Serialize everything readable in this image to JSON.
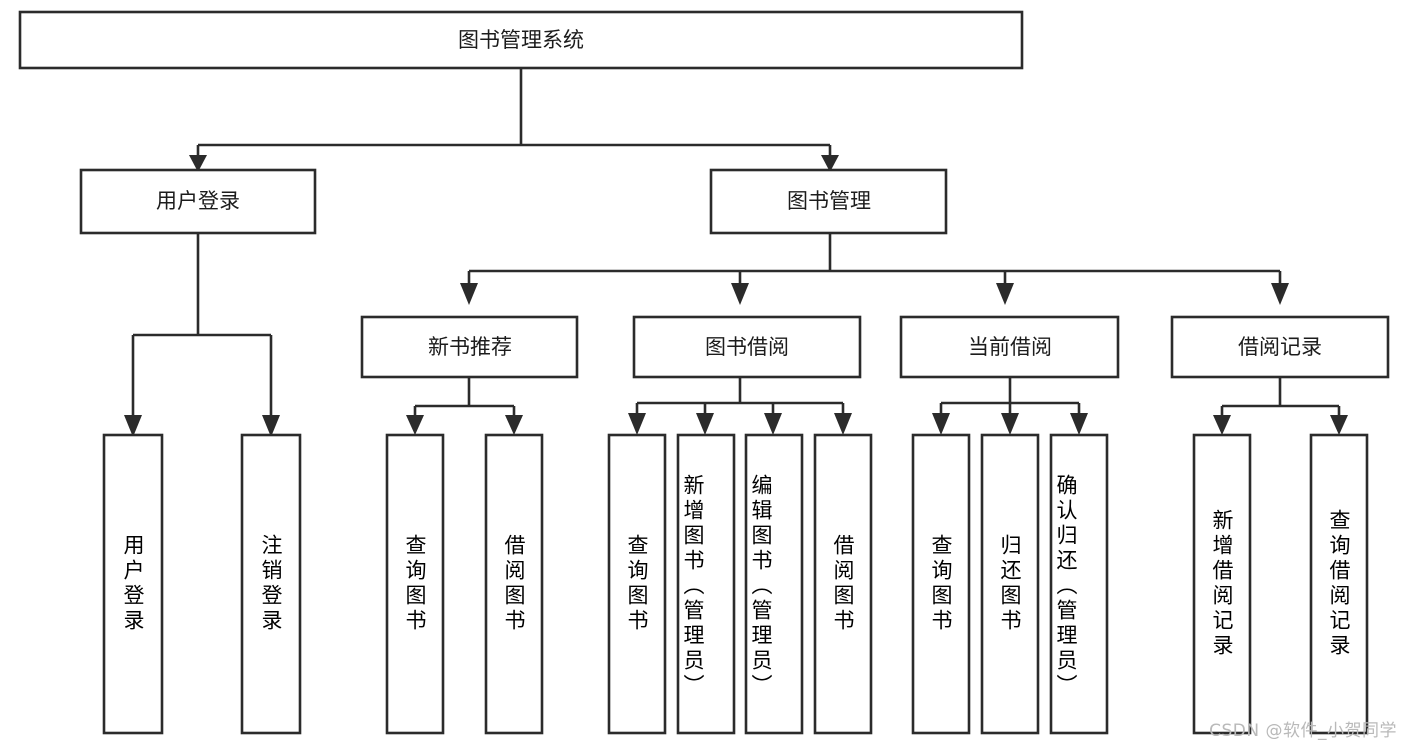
{
  "diagram": {
    "type": "tree-hierarchy",
    "title": "图书管理系统",
    "watermark": "CSDN @软件_小贺同学",
    "colors": {
      "stroke": "#2b2b2b",
      "fill": "#ffffff",
      "text": "#1c1c1c",
      "watermark": "#b9b9b9",
      "background": "#ffffff"
    },
    "nodes": {
      "root": {
        "label": "图书管理系统",
        "orientation": "horizontal"
      },
      "level2": [
        {
          "id": "user-login",
          "label": "用户登录",
          "orientation": "horizontal"
        },
        {
          "id": "book-manage",
          "label": "图书管理",
          "orientation": "horizontal"
        }
      ],
      "level3": [
        {
          "id": "new-book-recommend",
          "label": "新书推荐",
          "orientation": "horizontal"
        },
        {
          "id": "book-borrow",
          "label": "图书借阅",
          "orientation": "horizontal"
        },
        {
          "id": "current-borrow",
          "label": "当前借阅",
          "orientation": "horizontal"
        },
        {
          "id": "borrow-record",
          "label": "借阅记录",
          "orientation": "horizontal"
        }
      ],
      "leaves": [
        {
          "id": "leaf-user-login",
          "label": "用户登录",
          "orientation": "vertical",
          "parent": "user-login"
        },
        {
          "id": "leaf-logout-login",
          "label": "注销登录",
          "orientation": "vertical",
          "parent": "user-login"
        },
        {
          "id": "leaf-query-book-1",
          "label": "查询图书",
          "orientation": "vertical",
          "parent": "new-book-recommend"
        },
        {
          "id": "leaf-borrow-book-1",
          "label": "借阅图书",
          "orientation": "vertical",
          "parent": "new-book-recommend"
        },
        {
          "id": "leaf-query-book-2",
          "label": "查询图书",
          "orientation": "vertical",
          "parent": "book-borrow"
        },
        {
          "id": "leaf-add-book-admin",
          "label": "新增图书（管理员）",
          "orientation": "vertical",
          "parent": "book-borrow"
        },
        {
          "id": "leaf-edit-book-admin",
          "label": "编辑图书（管理员）",
          "orientation": "vertical",
          "parent": "book-borrow"
        },
        {
          "id": "leaf-borrow-book-2",
          "label": "借阅图书",
          "orientation": "vertical",
          "parent": "book-borrow"
        },
        {
          "id": "leaf-query-book-3",
          "label": "查询图书",
          "orientation": "vertical",
          "parent": "current-borrow"
        },
        {
          "id": "leaf-return-book",
          "label": "归还图书",
          "orientation": "vertical",
          "parent": "current-borrow"
        },
        {
          "id": "leaf-confirm-return-admin",
          "label": "确认归还（管理员）",
          "orientation": "vertical",
          "parent": "current-borrow"
        },
        {
          "id": "leaf-add-borrow-record",
          "label": "新增借阅记录",
          "orientation": "vertical",
          "parent": "borrow-record"
        },
        {
          "id": "leaf-query-borrow-record",
          "label": "查询借阅记录",
          "orientation": "vertical",
          "parent": "borrow-record"
        }
      ]
    }
  }
}
